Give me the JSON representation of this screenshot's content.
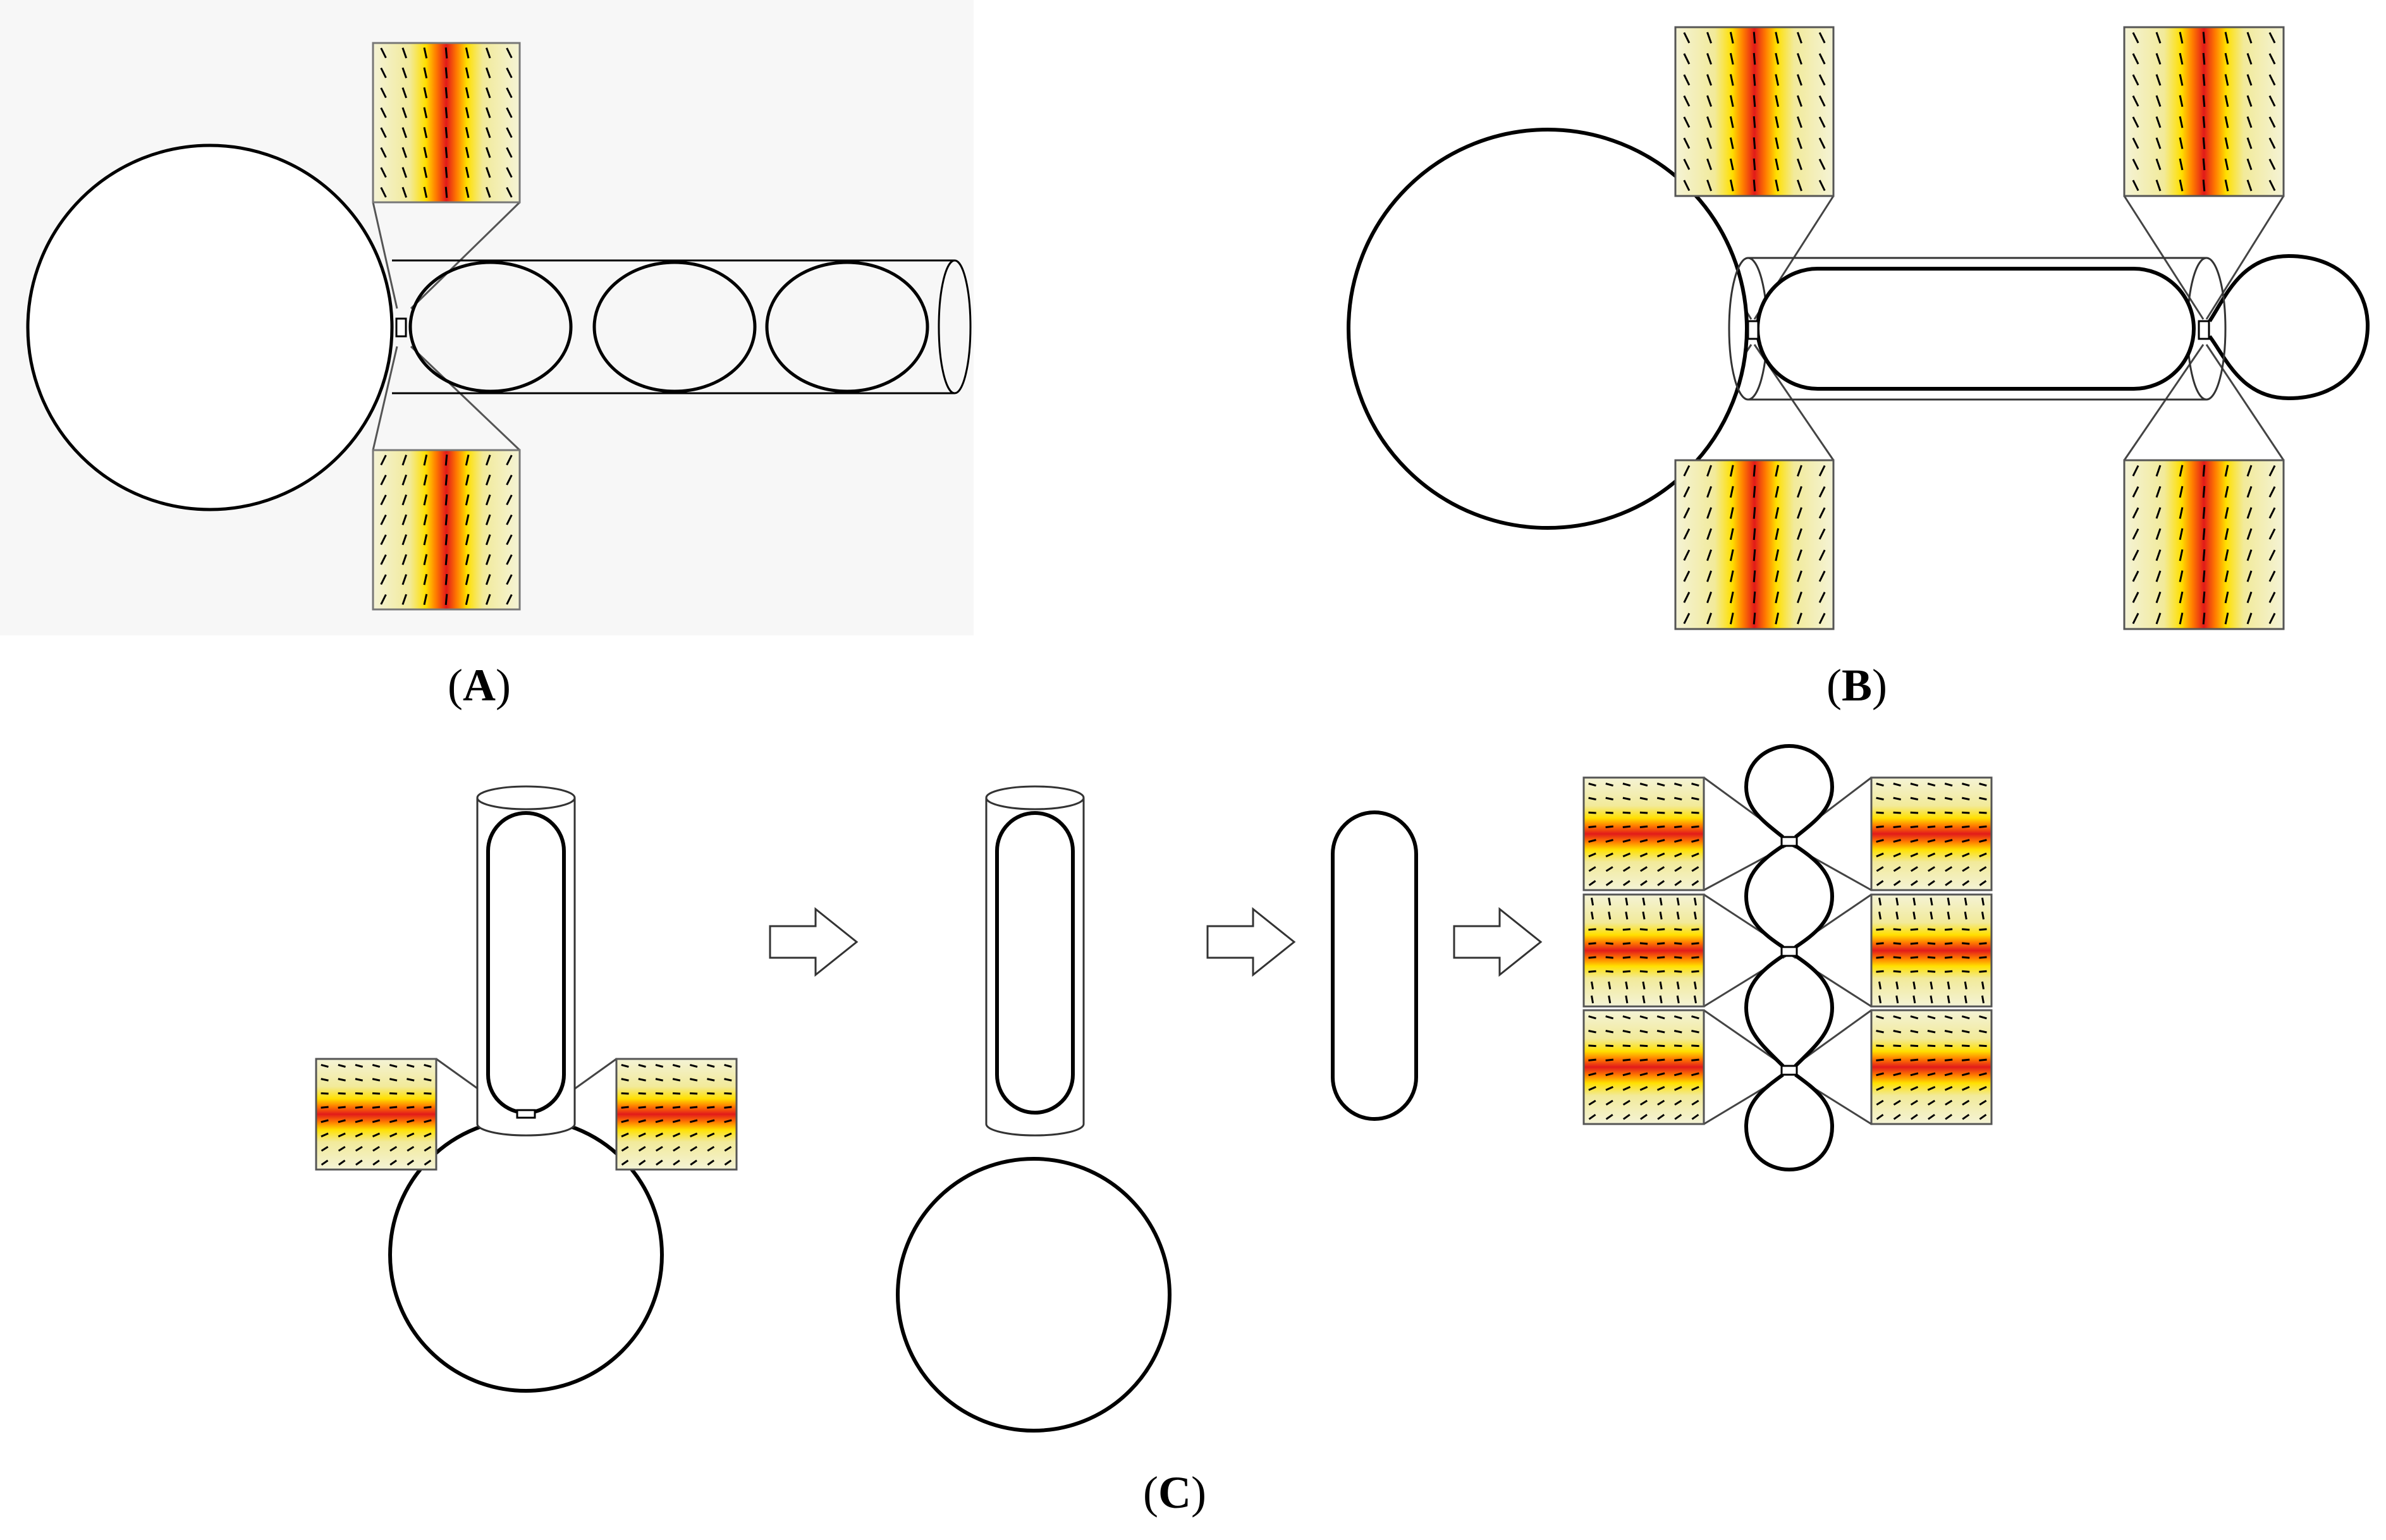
{
  "panels": {
    "A": {
      "label": "A"
    },
    "B": {
      "label": "B"
    },
    "C": {
      "label": "C"
    }
  },
  "colors": {
    "background": "#ffffff",
    "outline": "#000000",
    "thin_outline": "#333333",
    "heat_low": "#f4f3d6",
    "heat_mid": "#ffe000",
    "heat_high": "#e21a1a",
    "panel_a_backdrop": "#f7f7f7",
    "arrow_fill": "#ffffff"
  },
  "icons": [
    "arrow-right-icon"
  ]
}
